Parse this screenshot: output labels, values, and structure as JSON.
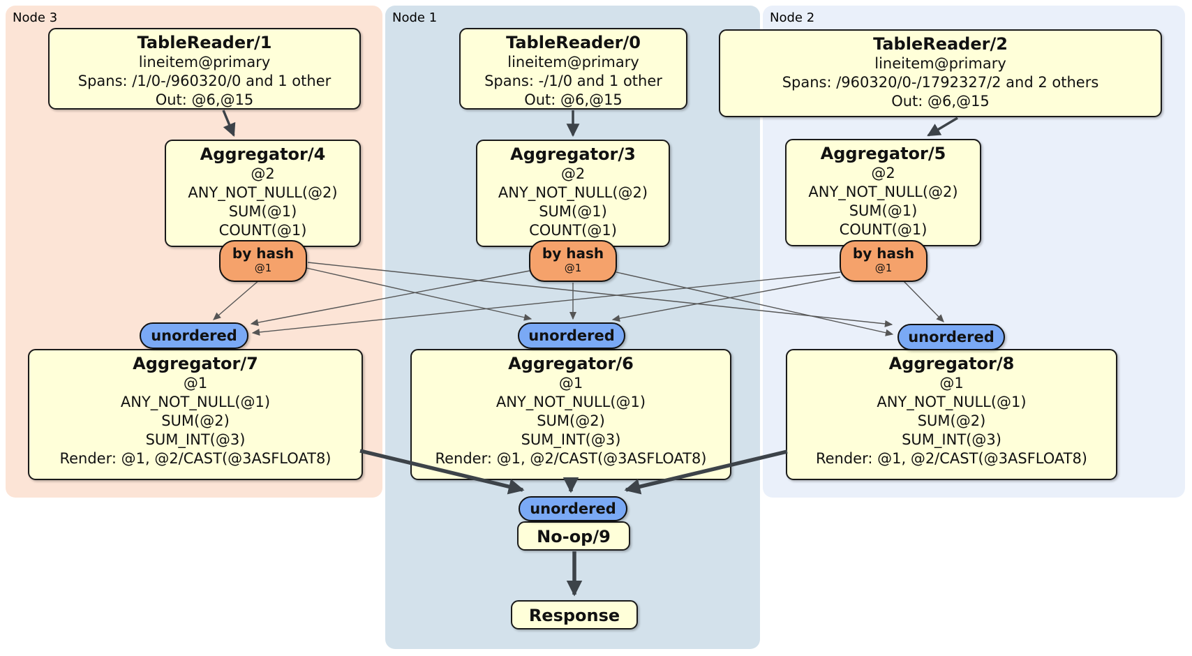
{
  "diagram": {
    "regions": {
      "node3": {
        "label": "Node 3"
      },
      "node1": {
        "label": "Node 1"
      },
      "node2": {
        "label": "Node 2"
      }
    },
    "processors": {
      "tr1": {
        "title": "TableReader/1",
        "lines": [
          "lineitem@primary",
          "Spans: /1/0-/960320/0 and 1 other",
          "Out: @6,@15"
        ]
      },
      "tr0": {
        "title": "TableReader/0",
        "lines": [
          "lineitem@primary",
          "Spans: -/1/0 and 1 other",
          "Out: @6,@15"
        ]
      },
      "tr2": {
        "title": "TableReader/2",
        "lines": [
          "lineitem@primary",
          "Spans: /960320/0-/1792327/2 and 2 others",
          "Out: @6,@15"
        ]
      },
      "ag4": {
        "title": "Aggregator/4",
        "lines": [
          "@2",
          "ANY_NOT_NULL(@2)",
          "SUM(@1)",
          "COUNT(@1)"
        ]
      },
      "ag3": {
        "title": "Aggregator/3",
        "lines": [
          "@2",
          "ANY_NOT_NULL(@2)",
          "SUM(@1)",
          "COUNT(@1)"
        ]
      },
      "ag5": {
        "title": "Aggregator/5",
        "lines": [
          "@2",
          "ANY_NOT_NULL(@2)",
          "SUM(@1)",
          "COUNT(@1)"
        ]
      },
      "ag7": {
        "title": "Aggregator/7",
        "lines": [
          "@1",
          "ANY_NOT_NULL(@1)",
          "SUM(@2)",
          "SUM_INT(@3)",
          "Render: @1, @2/CAST(@3ASFLOAT8)"
        ]
      },
      "ag6": {
        "title": "Aggregator/6",
        "lines": [
          "@1",
          "ANY_NOT_NULL(@1)",
          "SUM(@2)",
          "SUM_INT(@3)",
          "Render: @1, @2/CAST(@3ASFLOAT8)"
        ]
      },
      "ag8": {
        "title": "Aggregator/8",
        "lines": [
          "@1",
          "ANY_NOT_NULL(@1)",
          "SUM(@2)",
          "SUM_INT(@3)",
          "Render: @1, @2/CAST(@3ASFLOAT8)"
        ]
      },
      "noop": {
        "title": "No-op/9"
      },
      "response": {
        "title": "Response"
      }
    },
    "routers": {
      "hash_node3": {
        "label": "by hash",
        "detail": "@1"
      },
      "hash_node1": {
        "label": "by hash",
        "detail": "@1"
      },
      "hash_node2": {
        "label": "by hash",
        "detail": "@1"
      },
      "stream_node3": {
        "label": "unordered"
      },
      "stream_node1": {
        "label": "unordered"
      },
      "stream_node2": {
        "label": "unordered"
      },
      "stream_final": {
        "label": "unordered"
      }
    },
    "colors": {
      "region_node3": "#fce4d6",
      "region_node1": "#d3e1eb",
      "region_node2": "#eaf0fa",
      "processor_fill": "#ffffd9",
      "hash_router_fill": "#f5a26b",
      "stream_fill": "#7aa9f5",
      "edge_thin": "#555555",
      "edge_thick": "#3d4349"
    }
  }
}
